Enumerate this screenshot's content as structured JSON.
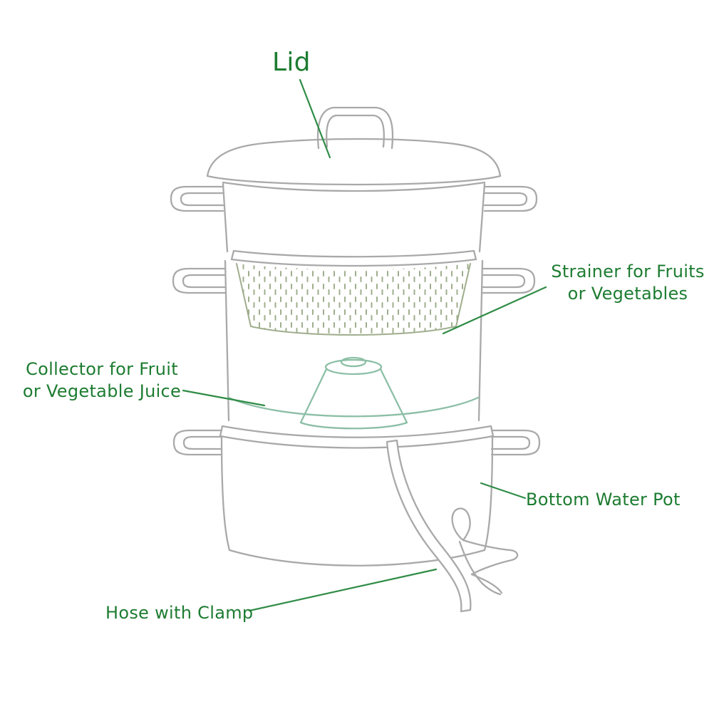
{
  "diagram": {
    "labels": {
      "lid": "Lid",
      "strainer_line1": "Strainer for Fruits",
      "strainer_line2": "or Vegetables",
      "collector_line1": "Collector for Fruit",
      "collector_line2": "or Vegetable Juice",
      "bottom_pot": "Bottom Water Pot",
      "hose": "Hose with Clamp"
    },
    "colors": {
      "label_green": "#1d7c31",
      "leader_green": "#2f8c46",
      "line_gray": "#a9a9a9",
      "strainer_dot": "#9fae8c",
      "accent_teal": "#8cbfa6",
      "background": "#ffffff"
    }
  }
}
